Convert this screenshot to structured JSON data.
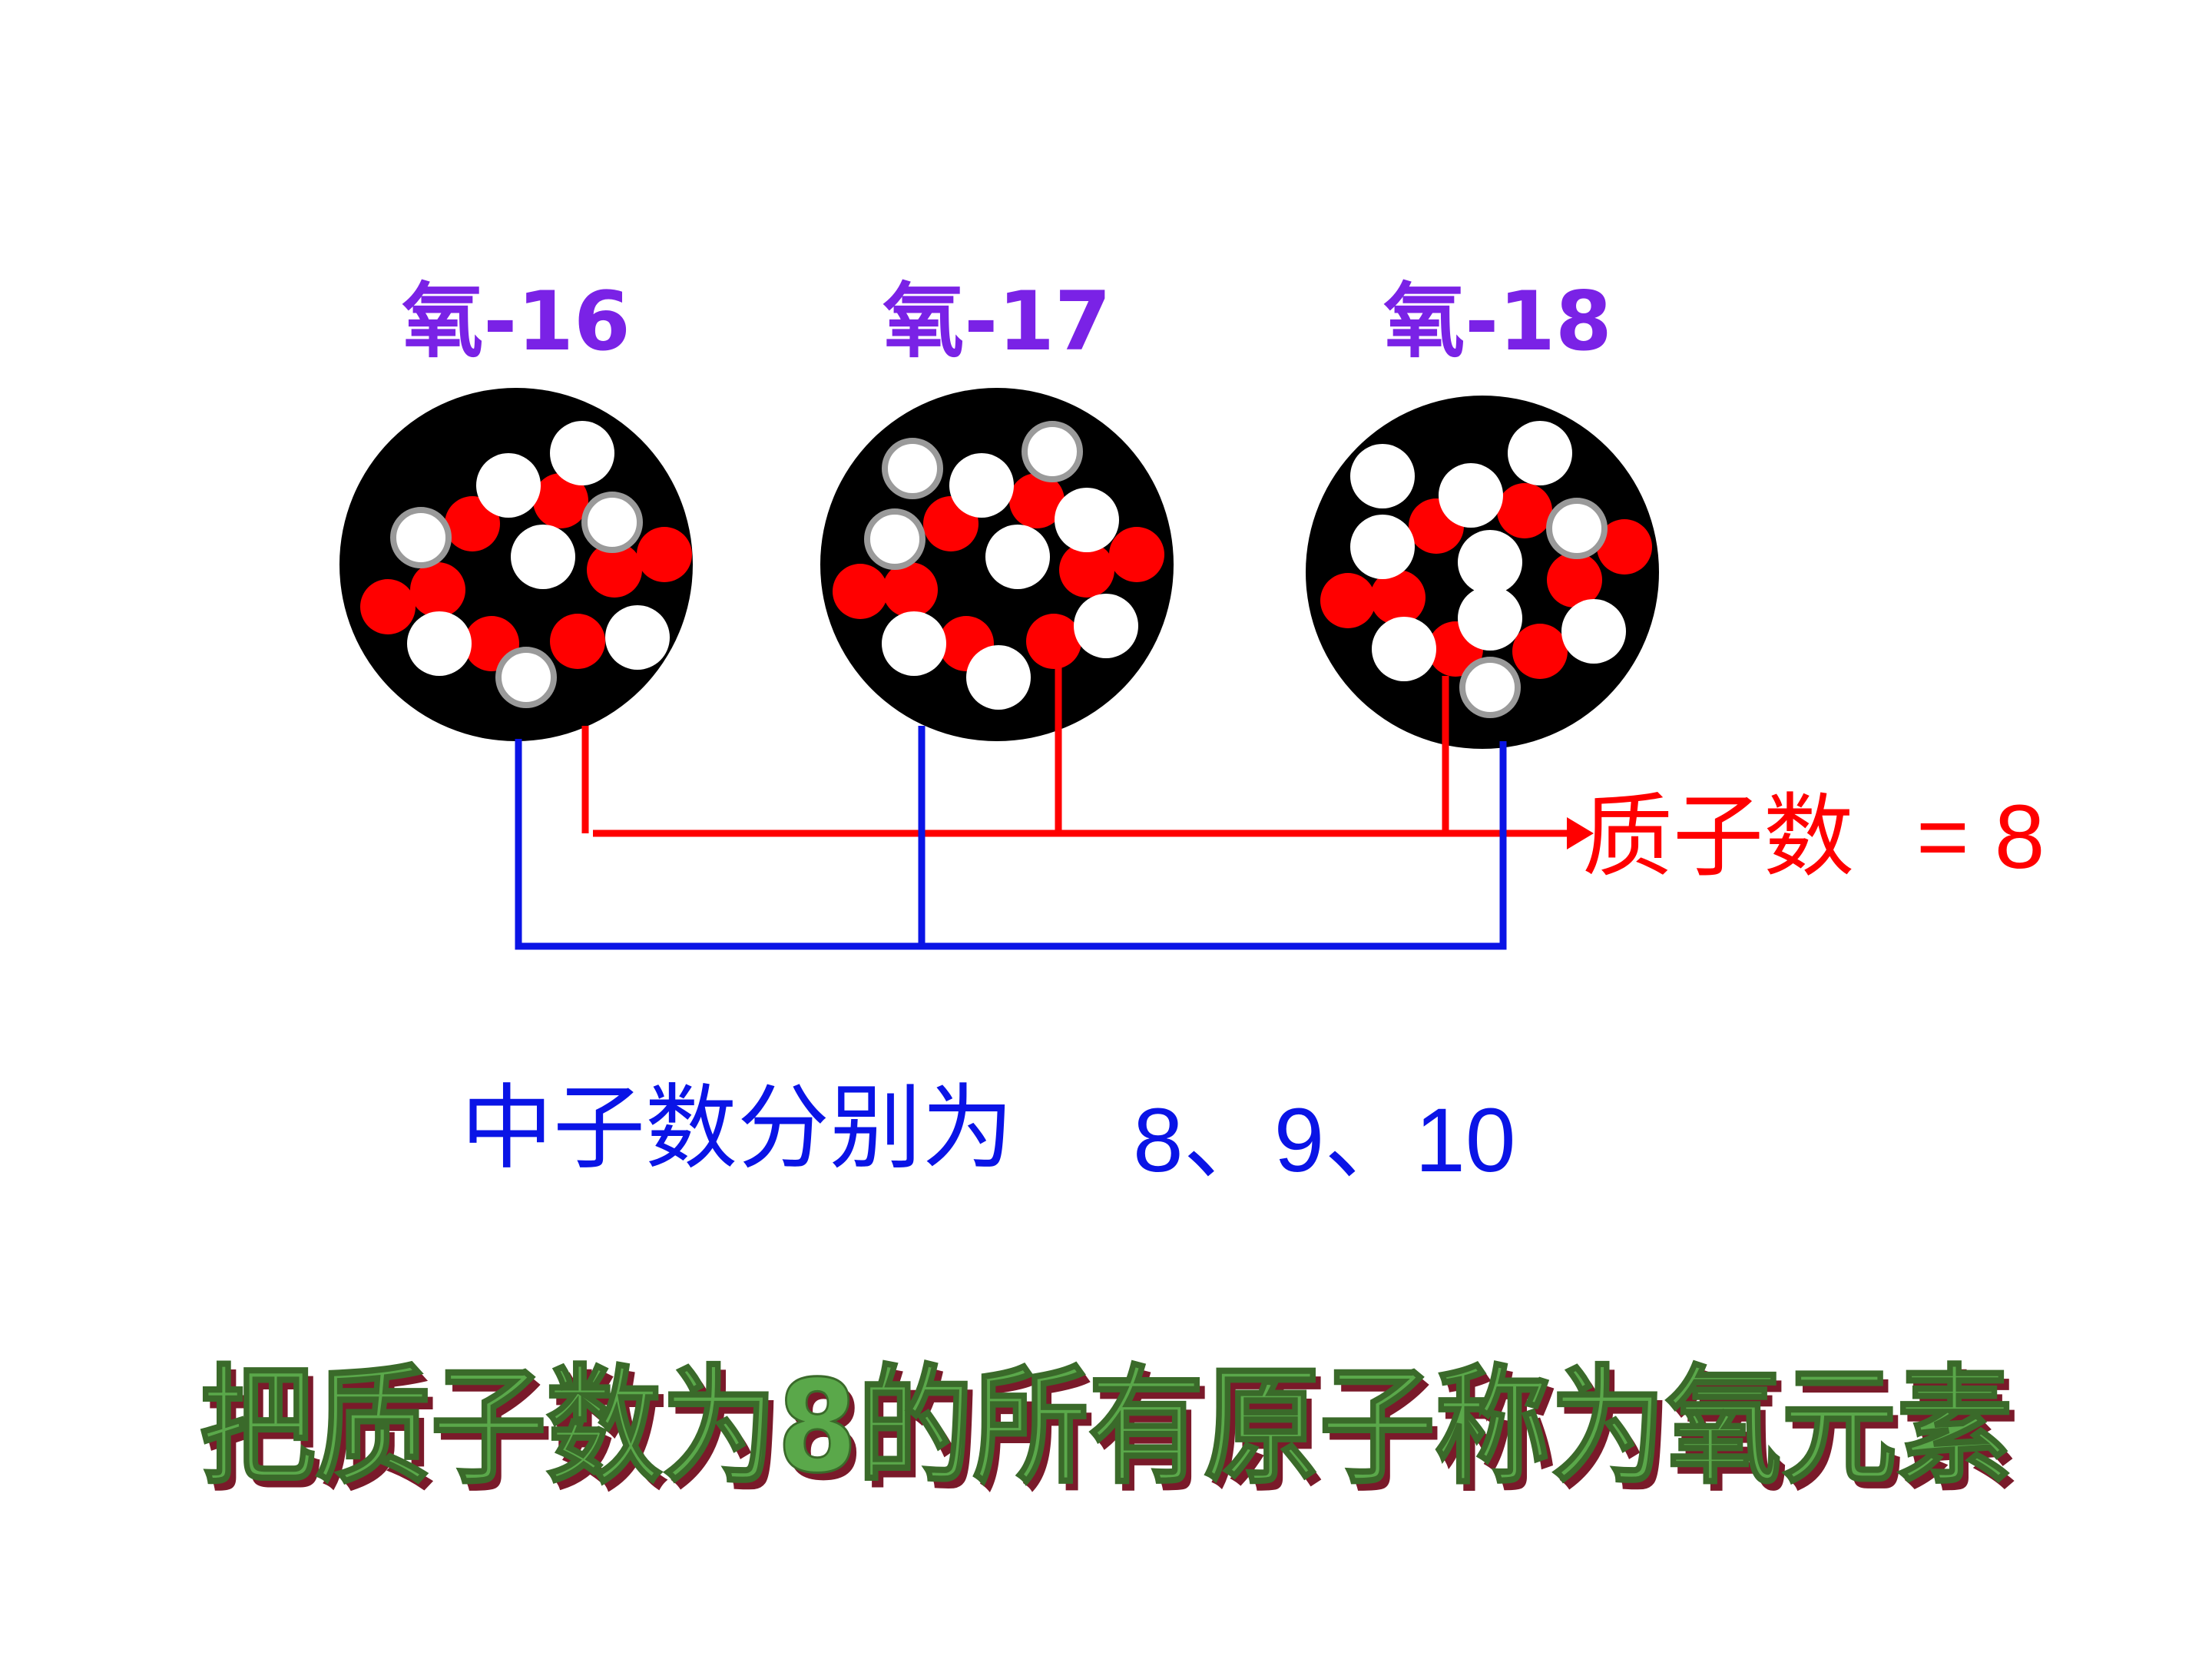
{
  "colors": {
    "label": "#7a22e6",
    "proton": "#ff0000",
    "neutron_line": "#0a14e6",
    "proton_line": "#ff0000",
    "nucleus_bg": "#000000",
    "neutron_ball": "#ffffff",
    "conclusion_fill": "#5aa84a",
    "conclusion_shadow": "#7a1a2a"
  },
  "isotopes": [
    {
      "label": "氧-16"
    },
    {
      "label": "氧-17"
    },
    {
      "label": "氧-18"
    }
  ],
  "proton_summary": {
    "text": "质子数",
    "value": "= 8"
  },
  "neutron_summary": {
    "text": "中子数分别为",
    "values": "8、9、10"
  },
  "conclusion": "把质子数为8的所有原子称为氧元素"
}
